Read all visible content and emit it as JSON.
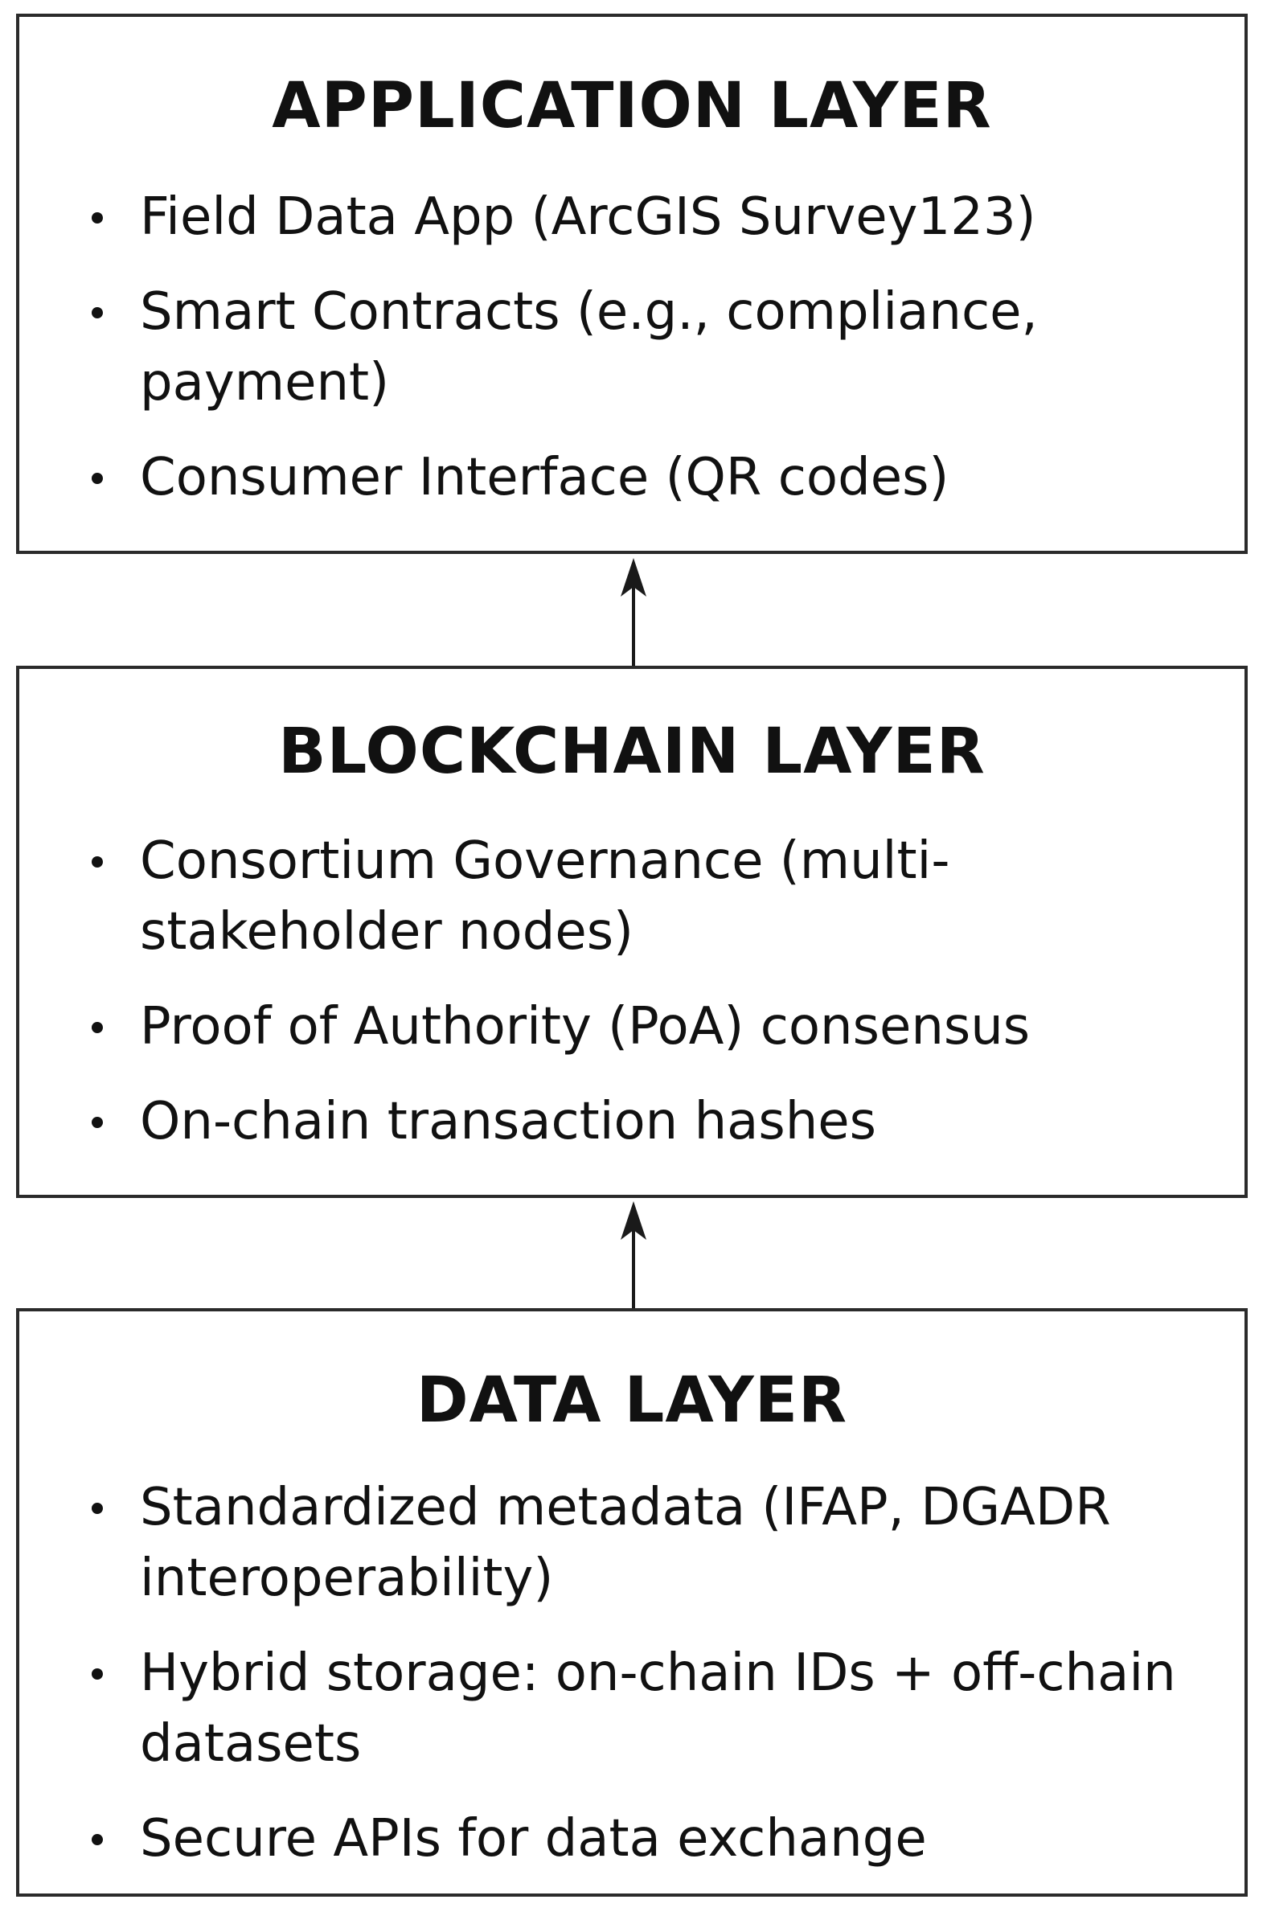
{
  "layers": [
    {
      "title": "APPLICATION LAYER",
      "items": [
        "Field Data App (ArcGIS Survey123)",
        "Smart Contracts (e.g., compliance, payment)",
        "Consumer Interface (QR codes)"
      ]
    },
    {
      "title": "BLOCKCHAIN LAYER",
      "items": [
        "Consortium Governance (multi-stakeholder nodes)",
        "Proof of Authority (PoA) consensus",
        "On-chain transaction hashes"
      ]
    },
    {
      "title": "DATA LAYER",
      "items": [
        "Standardized metadata (IFAP, DGADR interoperability)",
        "Hybrid storage: on-chain IDs + off-chain datasets",
        "Secure APIs for data exchange"
      ]
    }
  ],
  "colors": {
    "border": "#2b2b2b",
    "text": "#111111",
    "background": "#ffffff"
  }
}
